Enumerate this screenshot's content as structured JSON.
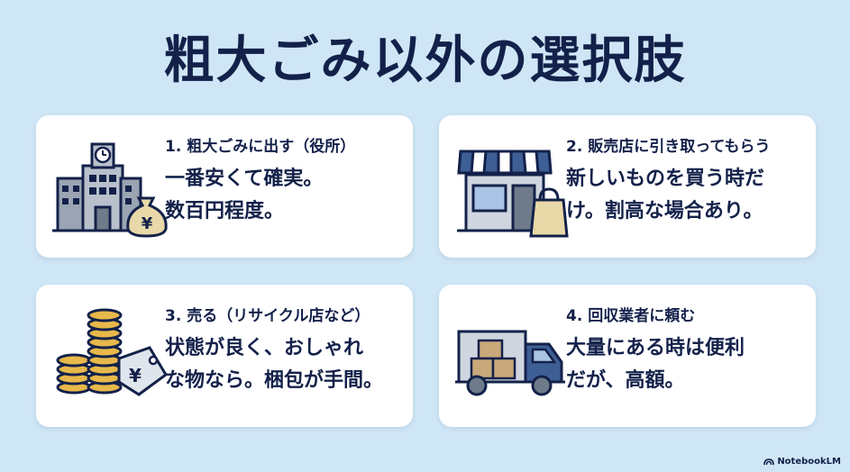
{
  "title": "粗大ごみ以外の選択肢",
  "cards": [
    {
      "heading": "1. 粗大ごみに出す（役所）",
      "line1": "一番安くて確実。",
      "line2": "数百円程度。",
      "icon": "city-hall-icon"
    },
    {
      "heading": "2. 販売店に引き取ってもらう",
      "line1": "新しいものを買う時だ",
      "line2": "け。割高な場合あり。",
      "icon": "shop-icon"
    },
    {
      "heading": "3. 売る（リサイクル店など）",
      "line1": "状態が良く、おしゃれ",
      "line2": "な物なら。梱包が手間。",
      "icon": "coins-price-tag-icon"
    },
    {
      "heading": "4. 回収業者に頼む",
      "line1": "大量にある時は便利",
      "line2": "だが、高額。",
      "icon": "delivery-truck-icon"
    }
  ],
  "icon_labels": {
    "yen_bag": "¥",
    "yen_tag": "¥"
  },
  "brand": {
    "label": "NotebookLM"
  },
  "colors": {
    "background": "#cfe6f6",
    "navy": "#13214a",
    "card": "#ffffff"
  }
}
